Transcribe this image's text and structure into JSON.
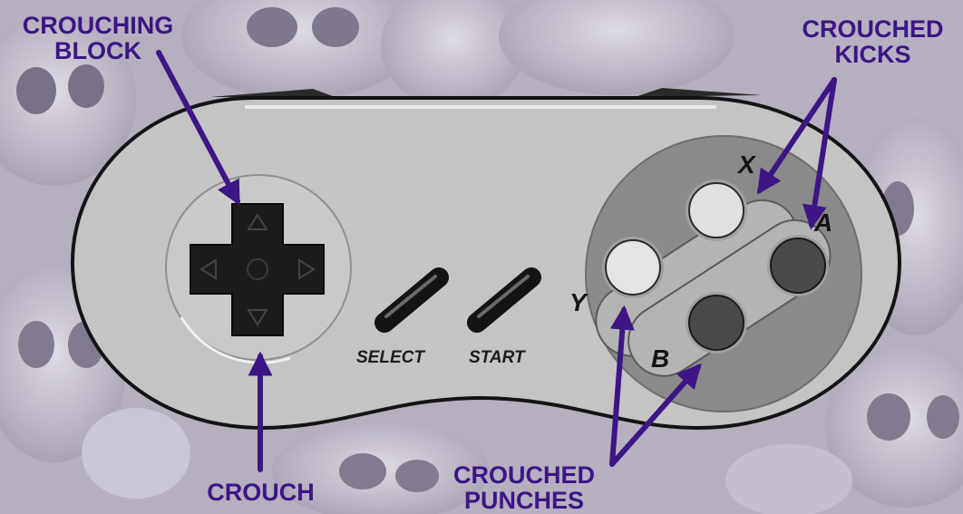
{
  "colors": {
    "background": "#b9b3c2",
    "controller_body": "#c4c4c4",
    "outline": "#141414",
    "button_well": "#8a8a8a",
    "light_buttons": "#e0e0e0",
    "dark_buttons": "#4a4a4a",
    "callout_text": "#3d1585",
    "arrow": "#3d1585"
  },
  "callouts": {
    "crouching_block": [
      "CROUCHING",
      "BLOCK"
    ],
    "crouched_kicks": [
      "CROUCHED",
      "KICKS"
    ],
    "crouch": "CROUCH",
    "crouched_punches": [
      "CROUCHED",
      "PUNCHES"
    ]
  },
  "controller": {
    "buttons": {
      "x": "X",
      "a": "A",
      "y": "Y",
      "b": "B"
    },
    "select": "SELECT",
    "start": "START"
  }
}
